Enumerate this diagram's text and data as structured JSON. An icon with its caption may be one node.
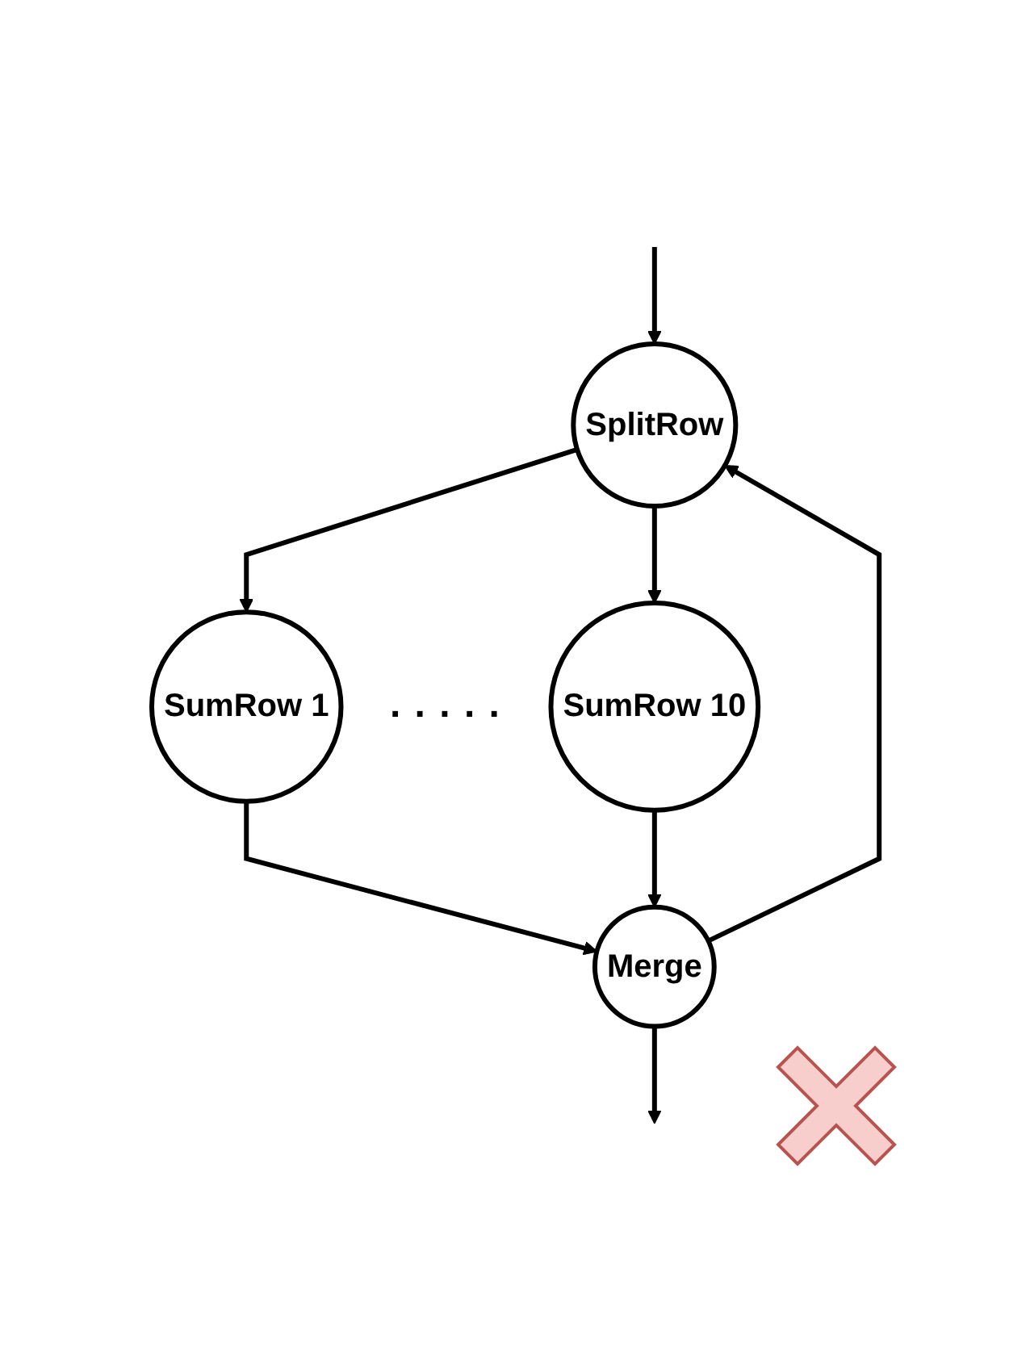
{
  "diagram": {
    "nodes": [
      {
        "text": [
          "SplitRow"
        ]
      },
      {
        "text": [
          "SumRow 1"
        ]
      },
      {
        "text": [
          "SumRow 10"
        ]
      },
      {
        "text": [
          "Merge"
        ]
      }
    ],
    "edges": [
      {
        "from": null,
        "to": 0,
        "arrow": "to"
      },
      {
        "from": 0,
        "to": 1,
        "arrow": "to"
      },
      {
        "from": 0,
        "to": 2,
        "arrow": "to"
      },
      {
        "from": 1,
        "to": 3,
        "arrow": "to"
      },
      {
        "from": 2,
        "to": 3,
        "arrow": "to"
      },
      {
        "from": 3,
        "to": null,
        "arrow": "to"
      },
      {
        "from": 3,
        "to": 0,
        "arrow": "to"
      }
    ],
    "labels": [
      ". . . . ."
    ]
  }
}
